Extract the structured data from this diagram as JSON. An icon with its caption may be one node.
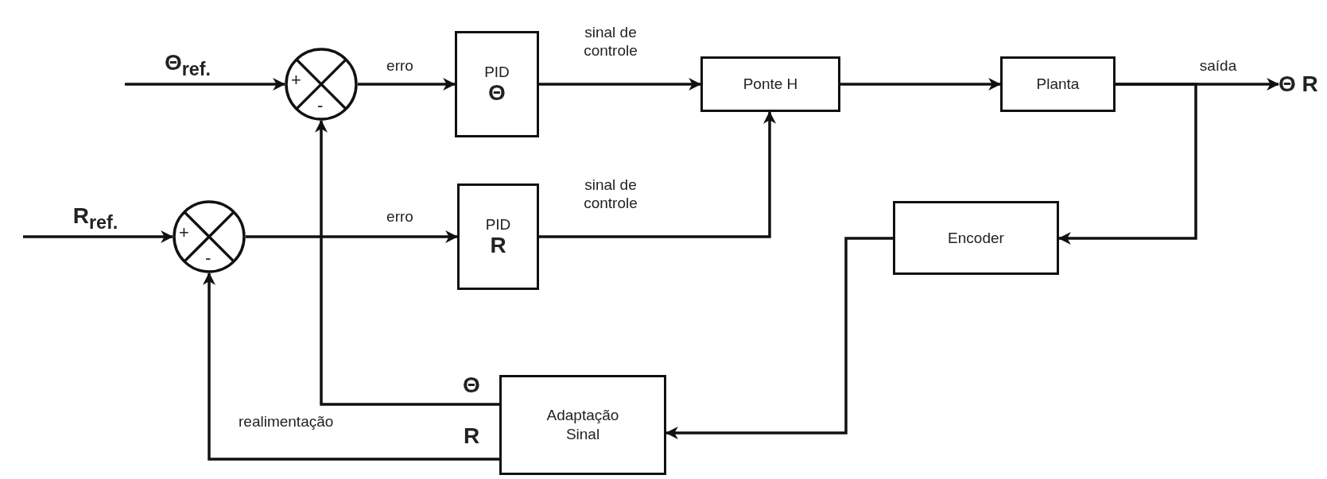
{
  "diagram": {
    "nodes": [
      {
        "text": [
          "+",
          "-"
        ]
      },
      {
        "text": [
          "PID",
          "Θ"
        ]
      },
      {
        "text": [
          "Ponte H"
        ]
      },
      {
        "text": [
          "Planta"
        ]
      },
      {
        "text": [
          "Θ R"
        ]
      },
      {
        "text": [
          "+",
          "-"
        ]
      },
      {
        "text": [
          "PID",
          "R"
        ]
      },
      {
        "text": [
          "Encoder"
        ]
      },
      {
        "text": [
          "Adaptação Sinal"
        ]
      }
    ],
    "edges": [
      {
        "from": null,
        "to": 0,
        "arrow": "to",
        "label": "Θ$_{ref.}$"
      },
      {
        "from": 0,
        "to": 1,
        "arrow": "to",
        "label": "erro"
      },
      {
        "from": 1,
        "to": 2,
        "arrow": "to",
        "label": "sinal de controle"
      },
      {
        "from": 2,
        "to": 3,
        "arrow": "to"
      },
      {
        "from": 3,
        "to": 4,
        "arrow": "to",
        "label": "saída"
      },
      {
        "from": null,
        "to": 5,
        "arrow": "to",
        "label": "R$_{ref.}$"
      },
      {
        "from": 5,
        "to": 6,
        "arrow": "to",
        "label": "erro"
      },
      {
        "from": 6,
        "to": 2,
        "arrow": "to",
        "label": "sinal de controle"
      },
      {
        "from": 3,
        "to": 7,
        "arrow": "to"
      },
      {
        "from": 7,
        "to": 8,
        "arrow": "to"
      },
      {
        "from": 8,
        "to": 0,
        "arrow": "to",
        "label": "Θ"
      },
      {
        "from": 8,
        "to": 5,
        "arrow": "to",
        "label": "R"
      }
    ],
    "labels": [
      "realimentação"
    ]
  }
}
